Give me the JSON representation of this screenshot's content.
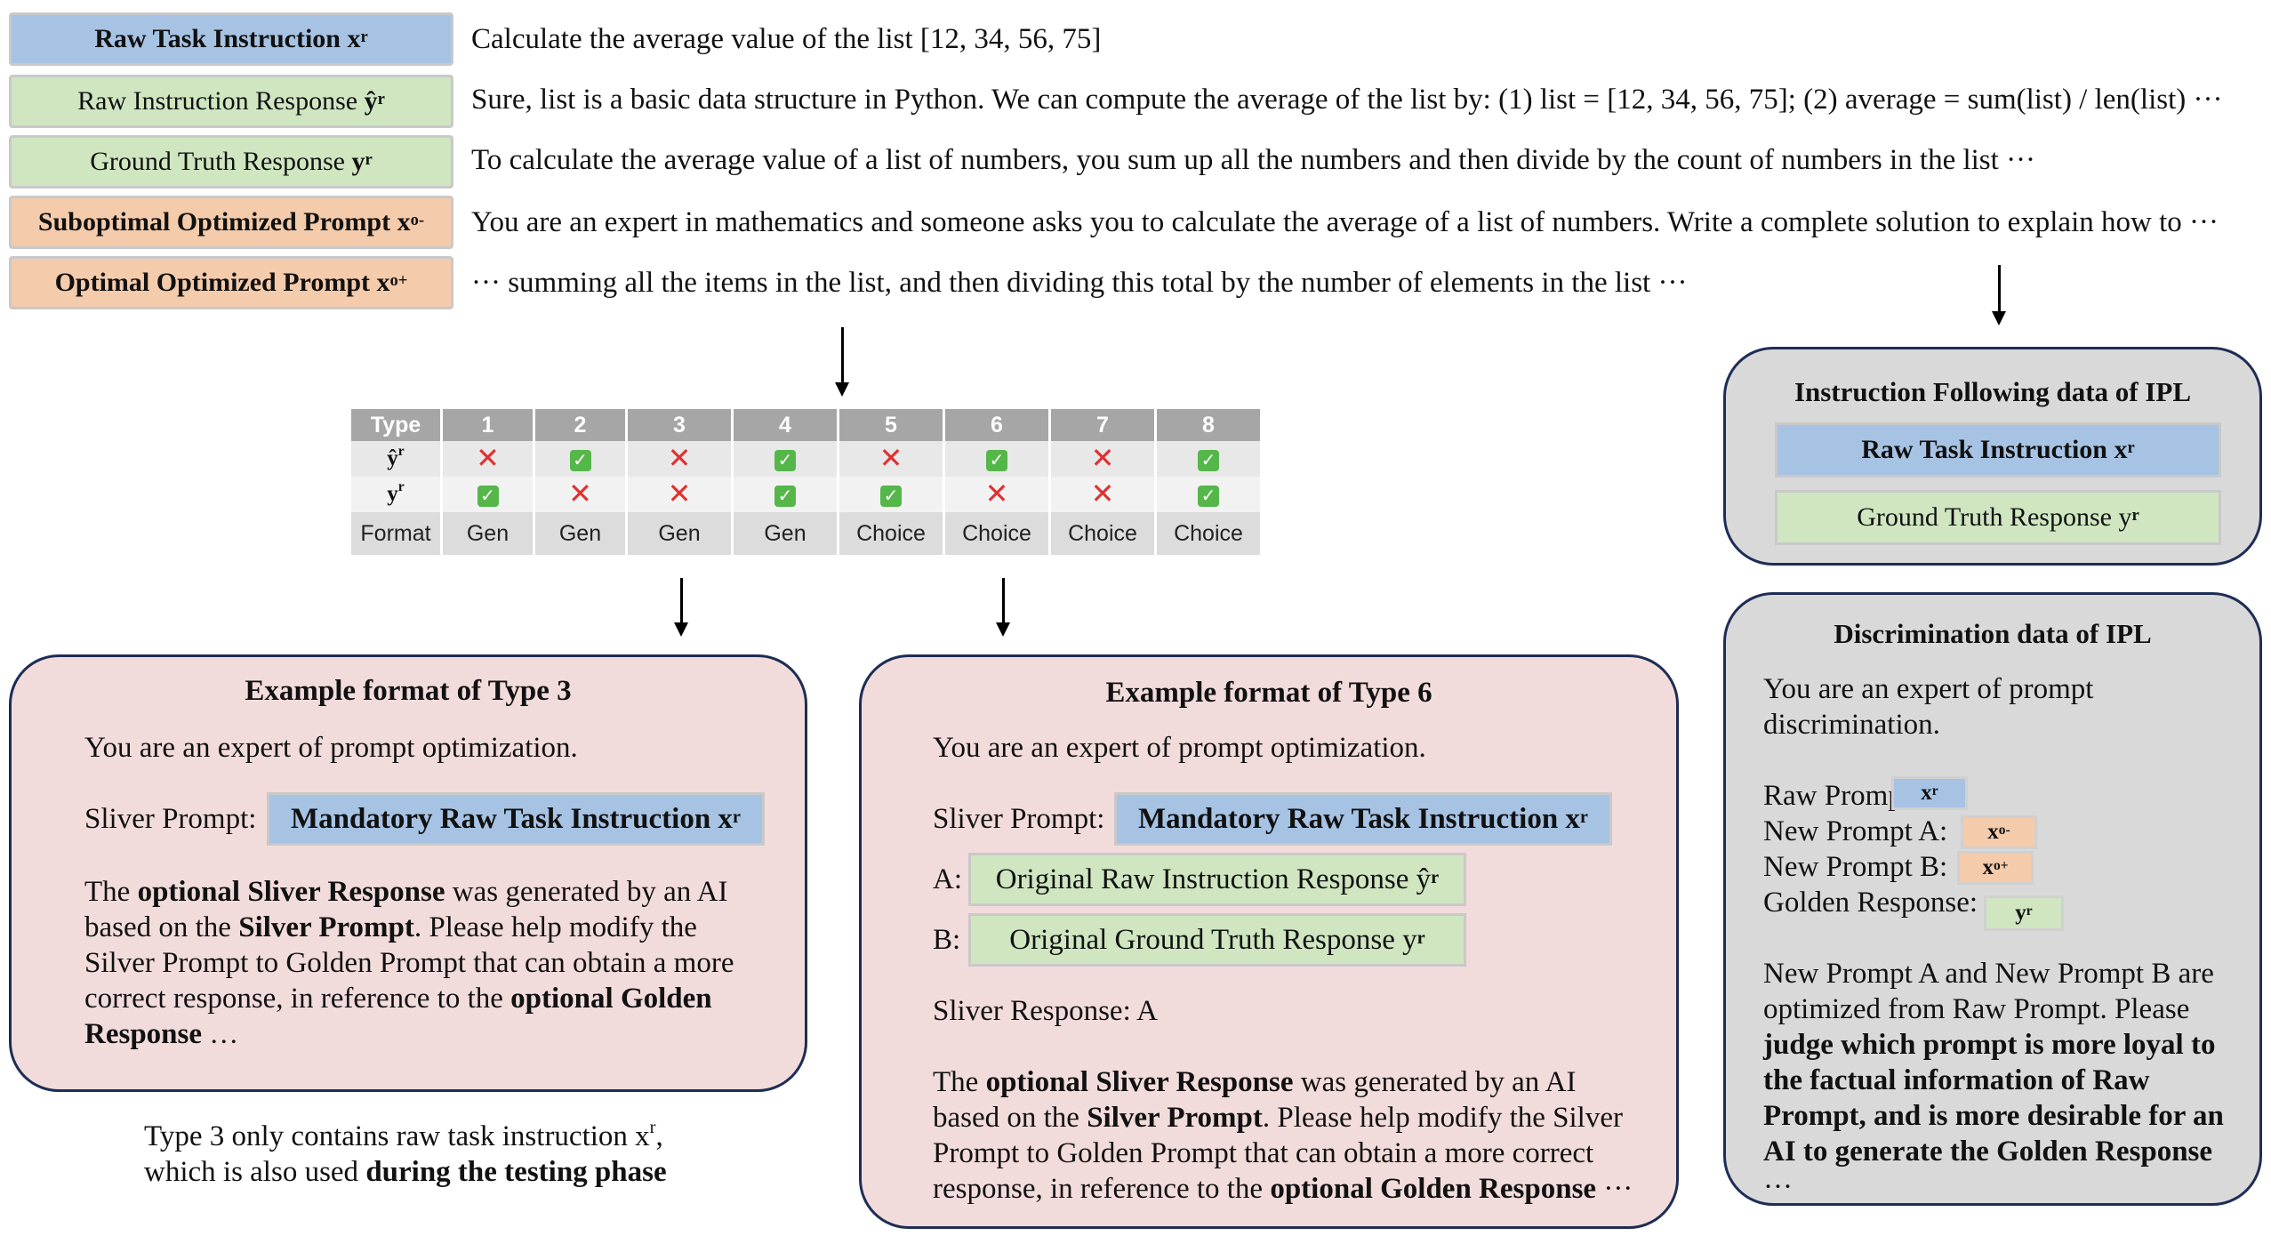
{
  "legend": [
    {
      "label": "Raw Task Instruction",
      "sup": "r",
      "sym": "x",
      "desc": "Calculate the average value of the list [12, 34, 56, 75]"
    },
    {
      "label": "Raw Instruction Response",
      "sup": "r",
      "sym": "ŷ",
      "desc": "Sure, list is a basic data structure in Python. We can compute the average of the list by: (1) list = [12, 34, 56, 75]; (2) average = sum(list) / len(list) ···"
    },
    {
      "label": "Ground Truth Response",
      "sup": "r",
      "sym": "y",
      "desc": "To calculate the average value of a list of numbers, you sum up all the numbers and then divide by the count of numbers in the list ···"
    },
    {
      "label": "Suboptimal Optimized Prompt",
      "sup": "o-",
      "sym": "x",
      "desc": "You are an expert in mathematics and someone asks you to calculate the average of a list of numbers. Write a complete solution to explain how to ···"
    },
    {
      "label": "Optimal Optimized Prompt",
      "sup": "o+",
      "sym": "x",
      "desc": "··· summing all the items in the list, and then dividing this total by the number of elements in the list ···"
    }
  ],
  "type_table": {
    "header": "Type",
    "types": [
      "1",
      "2",
      "3",
      "4",
      "5",
      "6",
      "7",
      "8"
    ],
    "rows": [
      {
        "label": "ŷ",
        "sup": "r",
        "marks": [
          "cross",
          "check",
          "cross",
          "check",
          "cross",
          "check",
          "cross",
          "check"
        ]
      },
      {
        "label": "y",
        "sup": "r",
        "marks": [
          "check",
          "cross",
          "cross",
          "check",
          "check",
          "cross",
          "cross",
          "check"
        ]
      }
    ],
    "format_label": "Format",
    "formats": [
      "Gen",
      "Gen",
      "Gen",
      "Gen",
      "Choice",
      "Choice",
      "Choice",
      "Choice"
    ]
  },
  "type3": {
    "title": "Example format of Type 3",
    "intro": "You are an expert of prompt optimization.",
    "slot_label": "Sliver Prompt:",
    "slot_chip": "Mandatory Raw Task Instruction x",
    "slot_sup": "r",
    "p1": "The ",
    "b1": "optional Sliver Response",
    "p2": " was generated by an AI based on the ",
    "b2": "Silver Prompt",
    "p3": ". Please help modify the Silver Prompt to Golden Prompt that can obtain a more correct response, in reference to the ",
    "b3": "optional Golden Response",
    "p4": " …",
    "caption_a": "Type 3 only contains raw task instruction x",
    "caption_sup": "r",
    "caption_b": ",",
    "caption_c": "which is also used ",
    "caption_bold": "during the testing phase"
  },
  "type6": {
    "title": "Example format of Type 6",
    "intro": "You are an expert of prompt optimization.",
    "slot_label": "Sliver Prompt:",
    "slot_chip": "Mandatory Raw Task Instruction x",
    "slot_sup": "r",
    "opt_a_label": "A:",
    "opt_a": "Original Raw Instruction Response ŷ",
    "opt_b_label": "B:",
    "opt_b": "Original Ground Truth Response y",
    "opt_sup": "r",
    "sliver_response": "Sliver Response: A",
    "p1": "The ",
    "b1": "optional Sliver Response",
    "p2": " was generated by an AI based on the ",
    "b2": "Silver Prompt",
    "p3": ". Please help modify the Silver Prompt to Golden Prompt that can obtain a more correct response, in reference to the ",
    "b3": "optional Golden Response",
    "p4": " ···"
  },
  "ipl_if": {
    "title": "Instruction Following data of IPL",
    "chip1": "Raw Task Instruction x",
    "chip2": "Ground Truth Response y",
    "sup": "r"
  },
  "ipl_disc": {
    "title": "Discrimination data of IPL",
    "intro": "You are an expert of prompt discrimination.",
    "fields": [
      {
        "label": "Raw Prompt:",
        "sym": "x",
        "sup": "r"
      },
      {
        "label": "New Prompt A:",
        "sym": "x",
        "sup": "o-"
      },
      {
        "label": "New Prompt B:",
        "sym": "x",
        "sup": "o+"
      },
      {
        "label": "Golden Response:",
        "sym": "y",
        "sup": "r"
      }
    ],
    "plain": "New Prompt A and New Prompt B are optimized from Raw Prompt. Please ",
    "bold": "judge which prompt is more loyal to the factual information of Raw Prompt, and is more desirable for an AI to generate the Golden Response",
    "tail": " ···"
  },
  "colors": {
    "blue_chip": "#a7c3e4",
    "green_chip": "#cfe6c1",
    "orange_chip": "#f4cbab",
    "pink_panel": "#f2dcdb",
    "gray_panel": "#d9d9d9",
    "panel_border": "#1e2d55"
  }
}
